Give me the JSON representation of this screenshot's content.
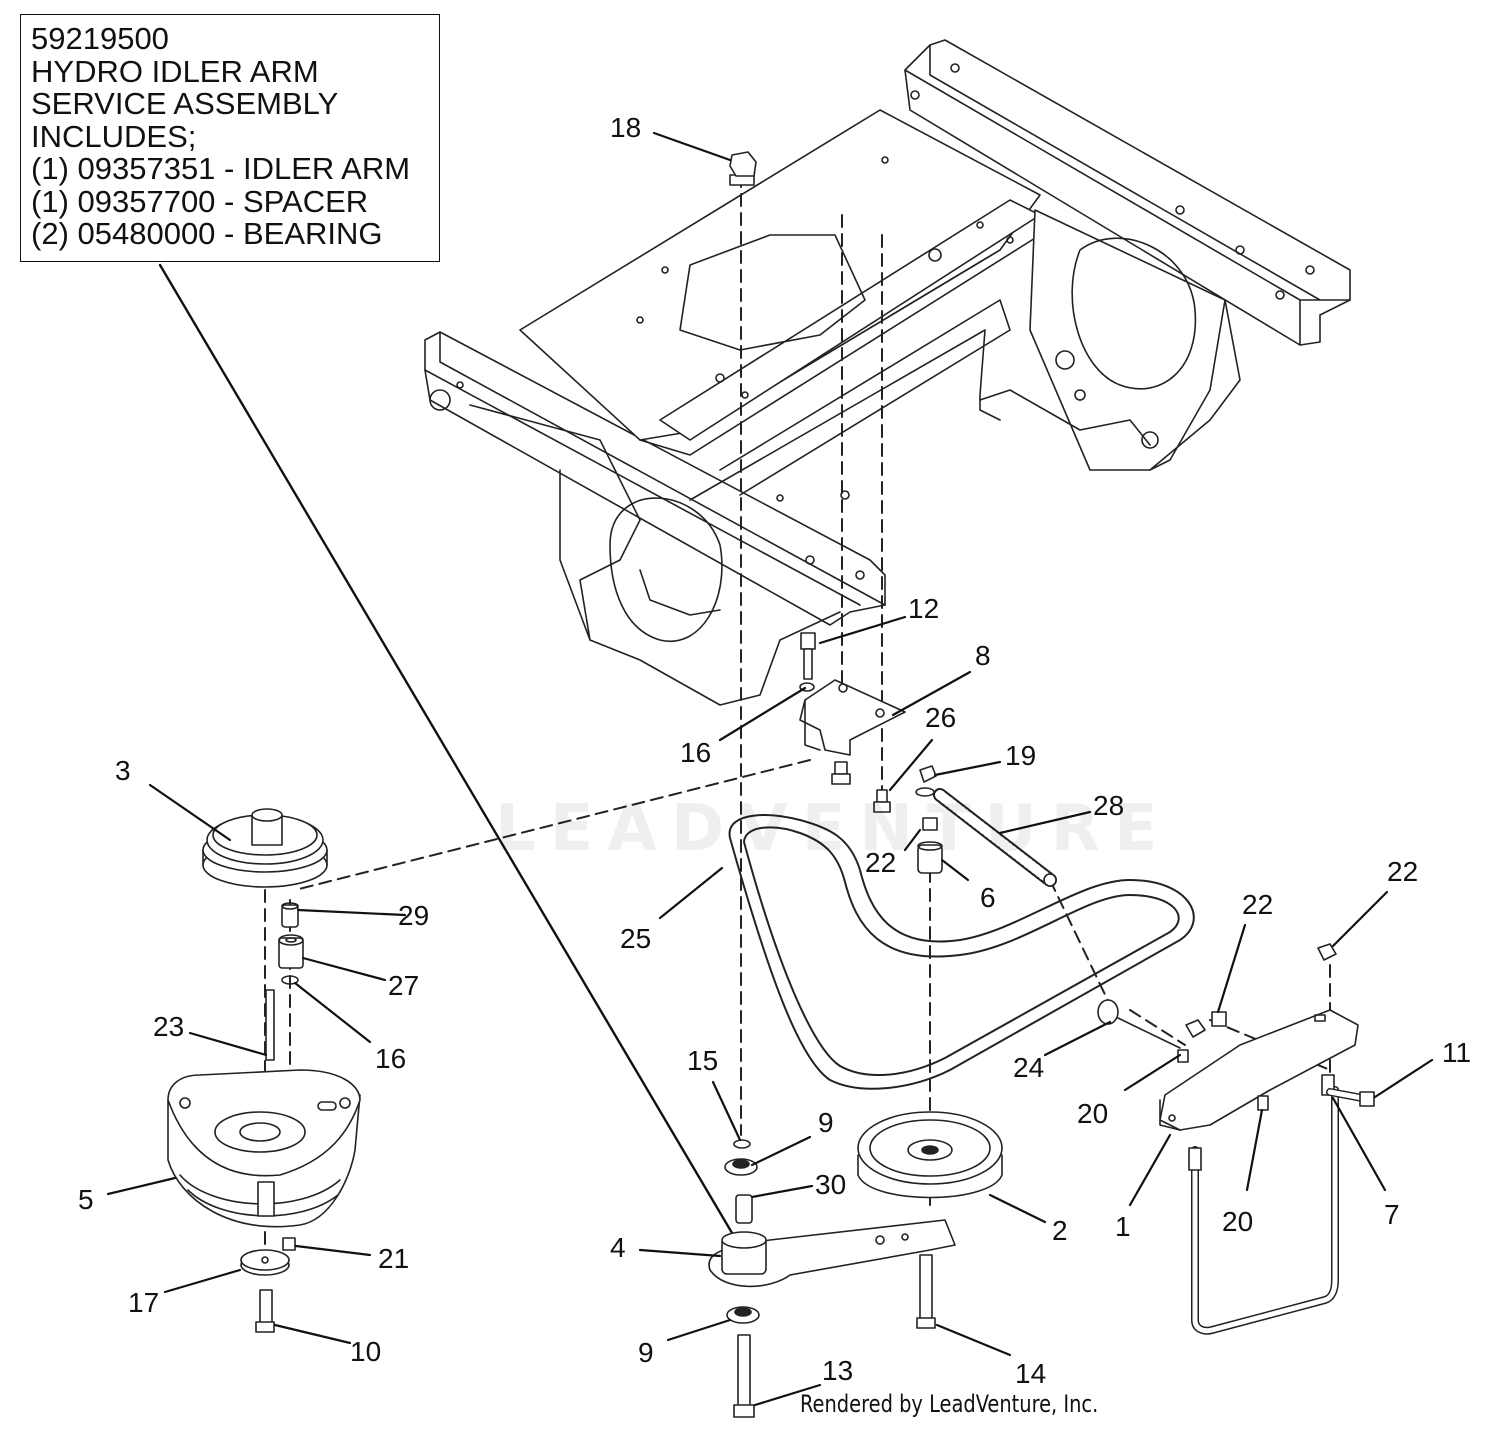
{
  "info_box": {
    "lines": [
      "59219500",
      "HYDRO IDLER ARM",
      "SERVICE ASSEMBLY",
      "INCLUDES;",
      "(1) 09357351 - IDLER ARM",
      "(1) 09357700 - SPACER",
      "(2) 05480000 - BEARING"
    ]
  },
  "callouts": [
    "18",
    "12",
    "8",
    "16",
    "26",
    "19",
    "28",
    "3",
    "22",
    "6",
    "25",
    "29",
    "27",
    "16",
    "23",
    "22",
    "22",
    "15",
    "9",
    "30",
    "24",
    "20",
    "11",
    "5",
    "21",
    "4",
    "2",
    "1",
    "20",
    "7",
    "17",
    "10",
    "9",
    "13",
    "14"
  ],
  "watermark": "LEADVENTURE",
  "credit": "Rendered by LeadVenture, Inc."
}
